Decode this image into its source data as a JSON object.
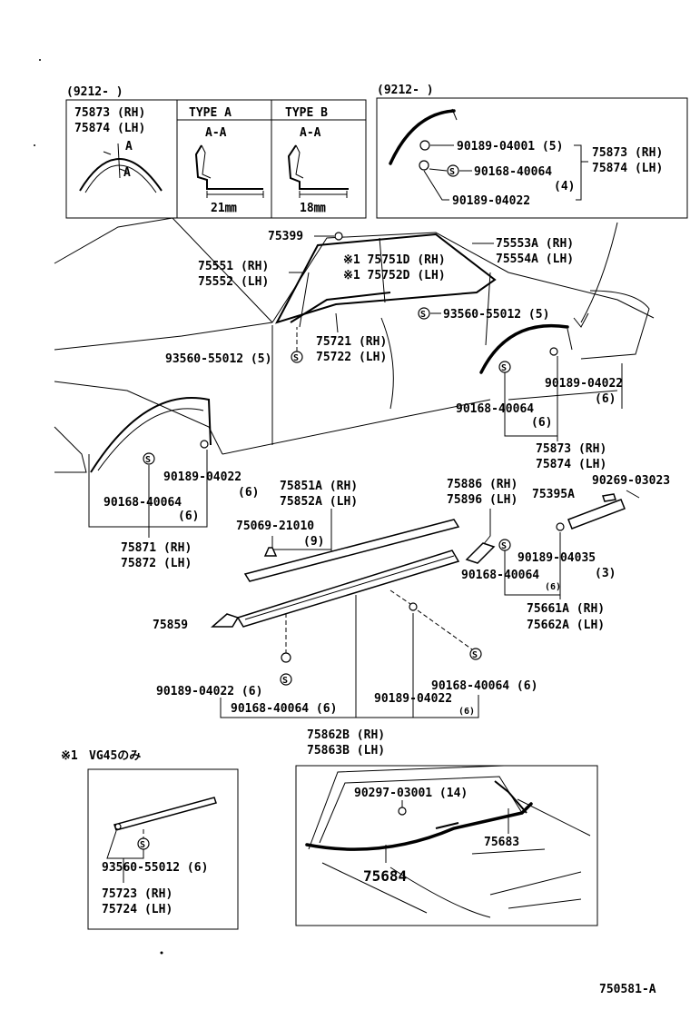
{
  "diagram": {
    "drawing_number": "750581-A",
    "footnote": {
      "marker": "※1",
      "condition": "VG45のみ"
    },
    "detail_top_left": {
      "period": "(9212-        )",
      "parts": [
        "75873 (RH)",
        "75874 (LH)"
      ],
      "section_marker": "A",
      "type_a": {
        "title": "TYPE  A",
        "section": "A-A",
        "dimension": "21㎜"
      },
      "type_b": {
        "title": "TYPE  B",
        "section": "A-A",
        "dimension": "18㎜"
      }
    },
    "detail_top_right": {
      "period": "(9212-        )",
      "parts": [
        "75873 (RH)",
        "75874 (LH)"
      ],
      "fasteners": [
        "90189-04001 (5)",
        "90168-40064",
        "(4)",
        "90189-04022"
      ]
    },
    "callouts": {
      "c75399": "75399",
      "c75551": "75551 (RH)",
      "c75552": "75552 (LH)",
      "c75751d": "※1 75751D (RH)",
      "c75752d": "※1 75752D (LH)",
      "c75553a": "75553A (RH)",
      "c75554a": "75554A (LH)",
      "c93560_r": "93560-55012 (5)",
      "c75721": "75721 (RH)",
      "c75722": "75722 (LH)",
      "c93560_l": "93560-55012 (5)",
      "c90189_r": "90189-04022",
      "c6_a": "(6)",
      "c90168_r": "90168-40064",
      "c6_b": "(6)",
      "c75873": "75873 (RH)",
      "c75874": "75874 (LH)",
      "c90189_f": "90189-04022",
      "c6_c": "(6)",
      "c90168_f": "90168-40064",
      "c6_d": "(6)",
      "c75871": "75871 (RH)",
      "c75872": "75872 (LH)",
      "c75851a": "75851A (RH)",
      "c75852a": "75852A (LH)",
      "c75069": "75069-21010",
      "c9": "(9)",
      "c75886": "75886 (RH)",
      "c75896": "75896 (LH)",
      "c75395a": "75395A",
      "c90269": "90269-03023",
      "c90189_04035": "90189-04035",
      "c3": "(3)",
      "c90168_m": "90168-40064",
      "c6_small_a": "(6)",
      "c75661a": "75661A (RH)",
      "c75662a": "75662A (LH)",
      "c75859": "75859",
      "c90189_lo": "90189-04022 (6)",
      "c90168_lo": "90168-40064 (6)",
      "c90168_lo_r": "90168-40064 (6)",
      "c90189_lo_r": "90189-04022",
      "c6_small_b": "(6)",
      "c75862b": "75862B (RH)",
      "c75863b": "75863B (LH)",
      "c93560_box": "93560-55012 (6)",
      "c75723": "75723 (RH)",
      "c75724": "75724 (LH)",
      "c90297": "90297-03001 (14)",
      "c75683": "75683",
      "c75684": "75684"
    },
    "symbols": {
      "clip_symbol": "S"
    }
  }
}
